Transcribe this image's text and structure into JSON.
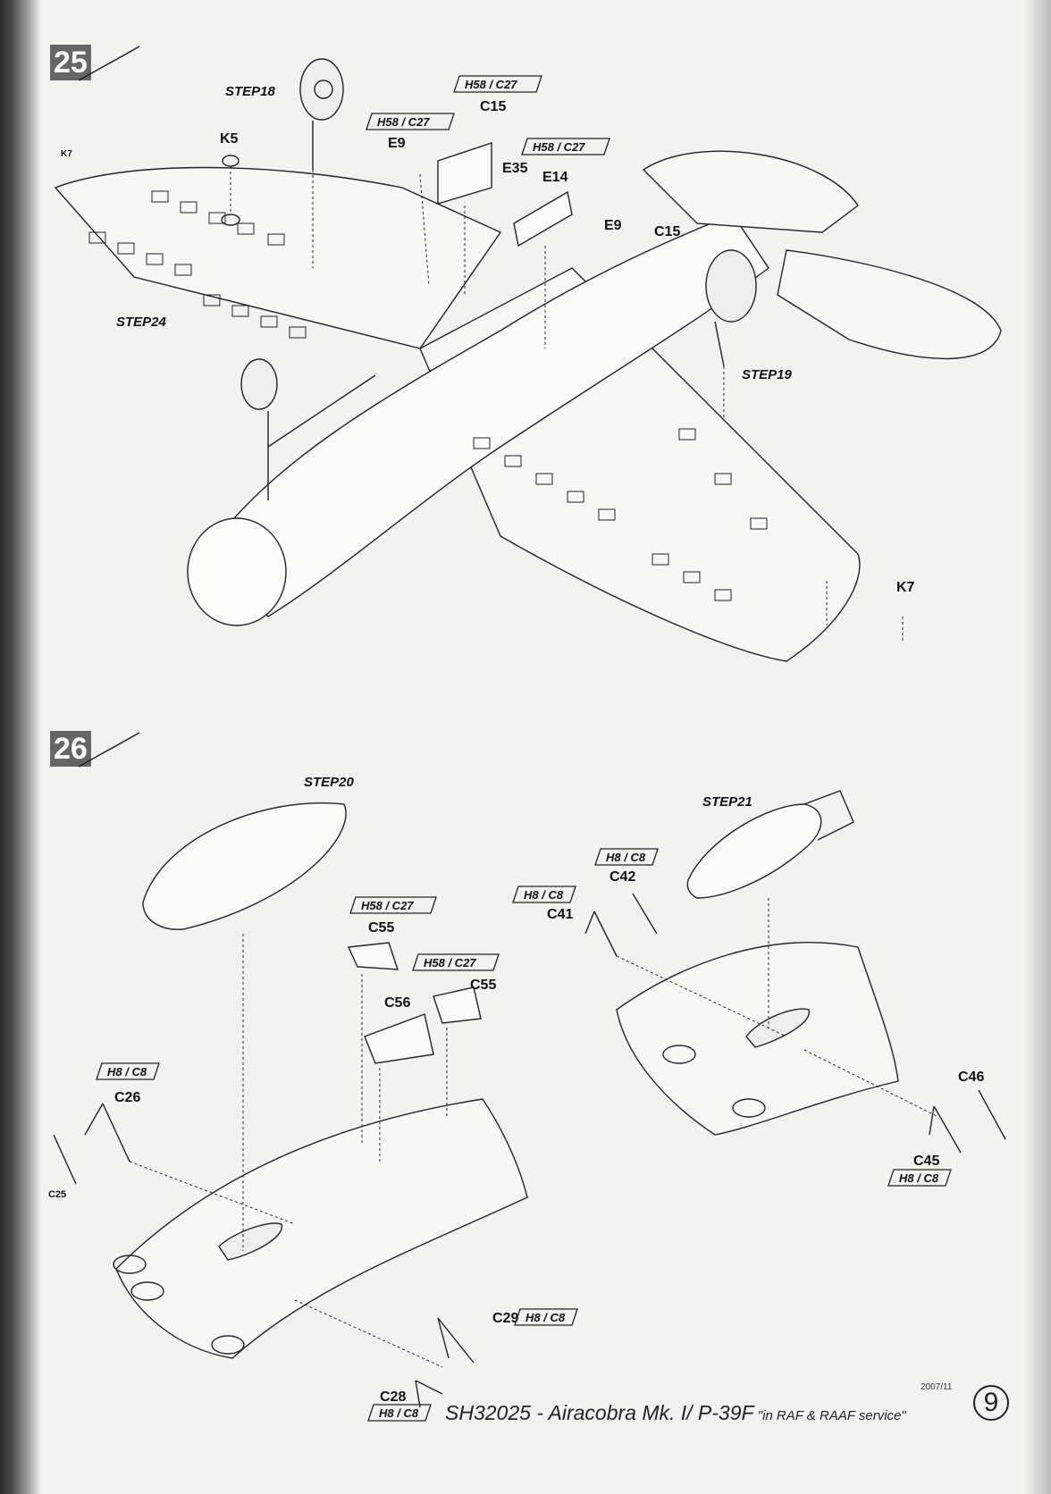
{
  "steps": {
    "s25": {
      "number": "25",
      "labels": {
        "step18": "STEP18",
        "step19": "STEP19",
        "step24": "STEP24",
        "k5": "K5",
        "k7_left": "K7",
        "k7_right": "K7",
        "c15_top": "C15",
        "c15_right": "C15",
        "e9_top": "E9",
        "e9_right": "E9",
        "e35": "E35",
        "e14": "E14"
      },
      "paint_tags": {
        "tag_c15": "H58 / C27",
        "tag_e9": "H58 / C27",
        "tag_e35": "H58 / C27"
      }
    },
    "s26": {
      "number": "26",
      "labels": {
        "step20": "STEP20",
        "step21": "STEP21",
        "c55_left": "C55",
        "c55_right": "C55",
        "c56": "C56",
        "c26": "C26",
        "c25": "C25",
        "c28": "C28",
        "c29": "C29",
        "c41": "C41",
        "c42": "C42",
        "c45": "C45",
        "c46": "C46"
      },
      "paint_tags": {
        "tag_c55_left": "H58 / C27",
        "tag_c55_right": "H58 / C27",
        "tag_c26": "H8 / C8",
        "tag_c29": "H8 / C8",
        "tag_c28": "H8 / C8",
        "tag_c41": "H8 / C8",
        "tag_c42": "H8 / C8",
        "tag_c45": "H8 / C8"
      }
    }
  },
  "footer": {
    "date": "2007/11",
    "kit": "SH32025 - ",
    "title": "Airacobra Mk. I/ P-39F",
    "subtitle": " \"in RAF & RAAF service\"",
    "page": "9"
  },
  "colors": {
    "paper": "#f2f2f1",
    "ink": "#111111",
    "step_badge": "#666666"
  }
}
